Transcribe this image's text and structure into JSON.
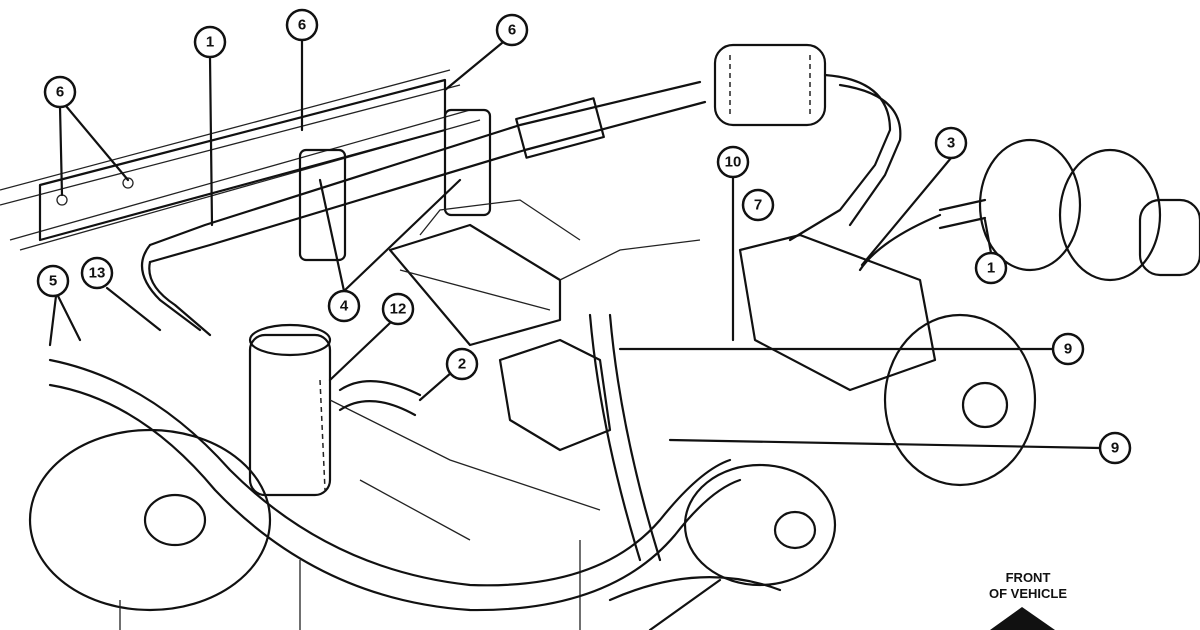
{
  "diagram": {
    "callouts": [
      "1",
      "6",
      "6",
      "6",
      "10",
      "7",
      "3",
      "1",
      "13",
      "5",
      "4",
      "12",
      "2",
      "9",
      "9"
    ],
    "orientation_label": {
      "line1": "FRONT",
      "line2": "OF VEHICLE"
    },
    "arrow_icon": "arrow-up-triangle"
  }
}
